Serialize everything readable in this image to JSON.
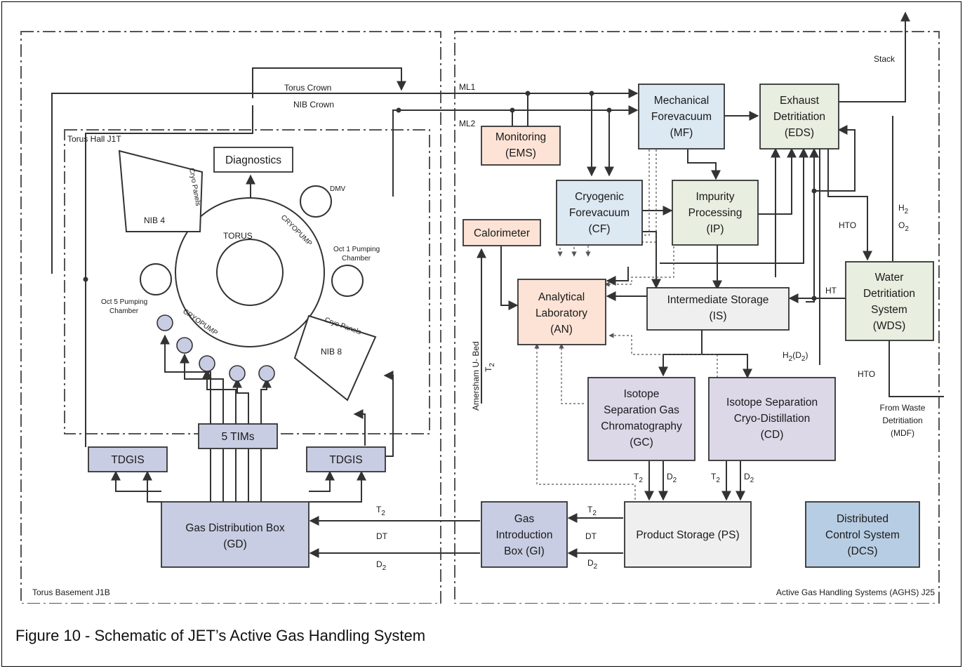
{
  "caption": "Figure 10 - Schematic of JET’s Active Gas Handling System",
  "regions": {
    "basement": "Torus Basement J1B",
    "hall": "Torus Hall J1T",
    "aghs": "Active Gas Handling Systems (AGHS) J25"
  },
  "lines": {
    "ml1": "ML1",
    "ml2": "ML2",
    "torus_crown": "Torus Crown",
    "nib_crown": "NIB Crown",
    "stack": "Stack"
  },
  "boxes": {
    "diagnostics": "Diagnostics",
    "tims": "5 TIMs",
    "tdgis": "TDGIS",
    "gd": [
      "Gas Distribution Box",
      "(GD)"
    ],
    "gi": [
      "Gas",
      "Introduction",
      "Box (GI)"
    ],
    "ps": "Product Storage (PS)",
    "dcs": [
      "Distributed",
      "Control System",
      "(DCS)"
    ],
    "gc": [
      "Isotope",
      "Separation Gas",
      "Chromatography",
      "(GC)"
    ],
    "cd": [
      "Isotope Separation",
      "Cryo-Distillation",
      "(CD)"
    ],
    "is": [
      "Intermediate Storage",
      "(IS)"
    ],
    "an": [
      "Analytical",
      "Laboratory",
      "(AN)"
    ],
    "calorimeter": "Calorimeter",
    "ems": [
      "Monitoring",
      "(EMS)"
    ],
    "mf": [
      "Mechanical",
      "Forevacuum",
      "(MF)"
    ],
    "cf": [
      "Cryogenic",
      "Forevacuum",
      "(CF)"
    ],
    "ip": [
      "Impurity",
      "Processing",
      "(IP)"
    ],
    "eds": [
      "Exhaust",
      "Detritiation",
      "(EDS)"
    ],
    "wds": [
      "Water",
      "Detritiation",
      "System",
      "(WDS)"
    ]
  },
  "torus": {
    "torus": "TORUS",
    "cryopump": "CRYOPUMP",
    "nib4": "NIB 4",
    "nib8": "NIB 8",
    "cryo_panels": "Cryo Panels",
    "dmv": "DMV",
    "oct1": [
      "Oct 1 Pumping",
      "Chamber"
    ],
    "oct5": [
      "Oct 5 Pumping",
      "Chamber"
    ]
  },
  "flows": {
    "t2": "T",
    "dt": "DT",
    "d2": "D",
    "sub2": "2",
    "hto": "HTO",
    "ht": "HT",
    "h2": "H",
    "o2": "O",
    "h2d2_main": "H",
    "h2d2_tail": "(D",
    "h2d2_end": ")",
    "amersham": "Amersham U- Bed",
    "from_waste": [
      "From Waste",
      "Detritiation",
      "(MDF)"
    ]
  }
}
